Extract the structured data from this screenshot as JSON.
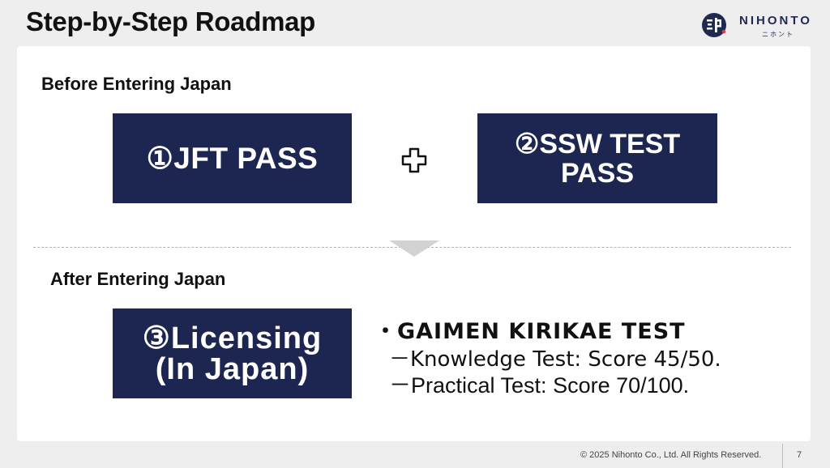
{
  "header": {
    "title": "Step-by-Step Roadmap",
    "logo": {
      "name": "NIHONTO",
      "subtitle": "ニホント",
      "icon": "nihonto-logo-icon",
      "color": "#1f2a52",
      "accent": "#e23a3a"
    }
  },
  "before": {
    "label": "Before Entering Japan",
    "box1": {
      "text": "①JFT PASS"
    },
    "plus_icon": "plus-icon",
    "box2": {
      "line1": "②SSW TEST",
      "line2": "PASS"
    }
  },
  "arrow_icon": "down-triangle-icon",
  "after": {
    "label": "After Entering Japan",
    "box3": {
      "line1": "③Licensing",
      "line2": "(In Japan)"
    },
    "test": {
      "bullet": "・",
      "title": "GAIMEN KIRIKAE TEST",
      "items": [
        "－Knowledge Test: Score 45/50.",
        "－Practical Test: Score 70/100."
      ]
    }
  },
  "footer": {
    "copyright": "© 2025 Nihonto Co., Ltd. All Rights Reserved.",
    "page": "7"
  },
  "colors": {
    "navy": "#1c2650",
    "background": "#eeeeee",
    "panel": "#ffffff"
  }
}
